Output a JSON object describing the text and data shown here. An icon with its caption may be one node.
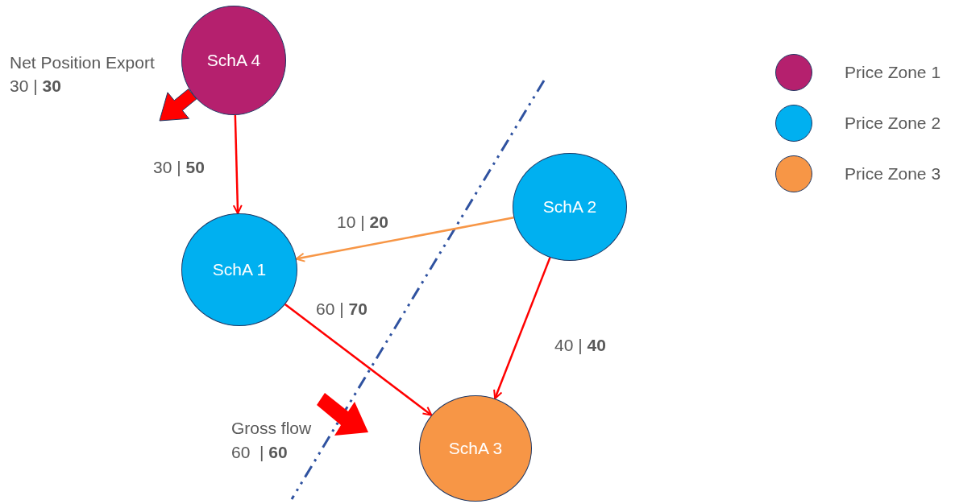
{
  "diagram": {
    "nodes": [
      {
        "text": [
          "SchA 4"
        ]
      },
      {
        "text": [
          "SchA 1"
        ]
      },
      {
        "text": [
          "SchA 2"
        ]
      },
      {
        "text": [
          "SchA 3"
        ]
      }
    ],
    "edges": [
      {
        "from": 0,
        "to": 1,
        "arrow": "to",
        "label": "30 | **50**"
      },
      {
        "from": 2,
        "to": 1,
        "arrow": "to",
        "label": "10 | **20**",
        "color": "#f79646"
      },
      {
        "from": 1,
        "to": 3,
        "arrow": "to",
        "label": "60 | **70**"
      },
      {
        "from": 2,
        "to": 3,
        "arrow": "to",
        "label": "40 | **40**"
      },
      {
        "from": 0,
        "to": null,
        "arrow": "to",
        "style": "thick"
      }
    ],
    "labels": [
      "Net Position Export",
      "30 | **30**",
      "Gross flow",
      "60  | **60**"
    ],
    "legend": [
      {
        "text": "Price Zone 1",
        "color": "#b5206e"
      },
      {
        "text": "Price Zone 2",
        "color": "#00b0f0"
      },
      {
        "text": "Price Zone 3",
        "color": "#f79646"
      }
    ]
  }
}
